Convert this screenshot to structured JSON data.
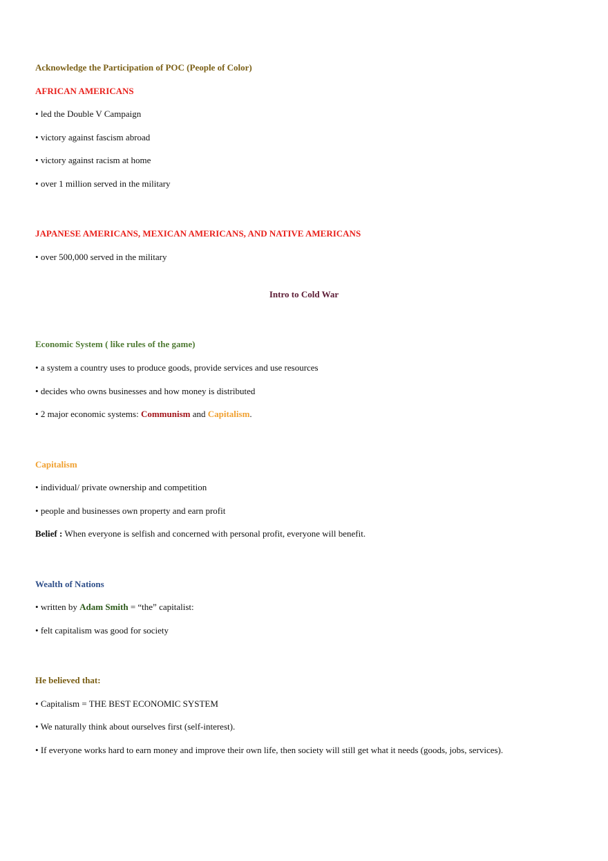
{
  "bullet": "•",
  "poc": {
    "heading": "Acknowledge the Participation of POC (People of Color)",
    "african_americans": {
      "heading": "AFRICAN AMERICANS",
      "items": [
        "led the Double V Campaign",
        "victory against fascism abroad",
        "victory against racism at home",
        "over 1 million served in the military"
      ]
    },
    "other_groups": {
      "heading": "JAPANESE AMERICANS, MEXICAN AMERICANS, AND NATIVE AMERICANS",
      "items": [
        "over 500,000 served in the military"
      ]
    }
  },
  "cold_war": {
    "title": "Intro to Cold War"
  },
  "economic_system": {
    "heading": "Economic System ( like rules of the game)",
    "items": [
      "a system a country uses to produce goods, provide services and use resources",
      "decides who owns businesses and how money is distributed"
    ],
    "systems_line": {
      "prefix": "2 major economic systems: ",
      "communism": "Communism",
      "and": " and ",
      "capitalism": "Capitalism",
      "suffix": "."
    }
  },
  "capitalism": {
    "heading": "Capitalism",
    "items": [
      "individual/ private ownership and competition",
      "people and businesses own property and earn profit"
    ],
    "belief_label": "Belief :",
    "belief_text": " When everyone is selfish and concerned with personal profit, everyone will benefit."
  },
  "wealth_of_nations": {
    "heading": "Wealth of Nations",
    "written_by_prefix": "written by ",
    "author": "Adam Smith",
    "written_by_suffix": " = “the” capitalist:",
    "items": [
      "felt capitalism was good for society"
    ]
  },
  "beliefs": {
    "heading": "He believed that:",
    "items": [
      "Capitalism = THE BEST ECONOMIC SYSTEM",
      "We naturally think about ourselves first (self-interest).",
      "If everyone works hard to earn money and improve their own life, then society will still get what it needs (goods, jobs, services)."
    ]
  },
  "colors": {
    "olive": "#7a5f16",
    "red": "#e8211c",
    "maroon": "#5a1a33",
    "green": "#4f7a33",
    "orange": "#f0a030",
    "dark_red": "#a3141a",
    "blue": "#2f4f8a"
  }
}
